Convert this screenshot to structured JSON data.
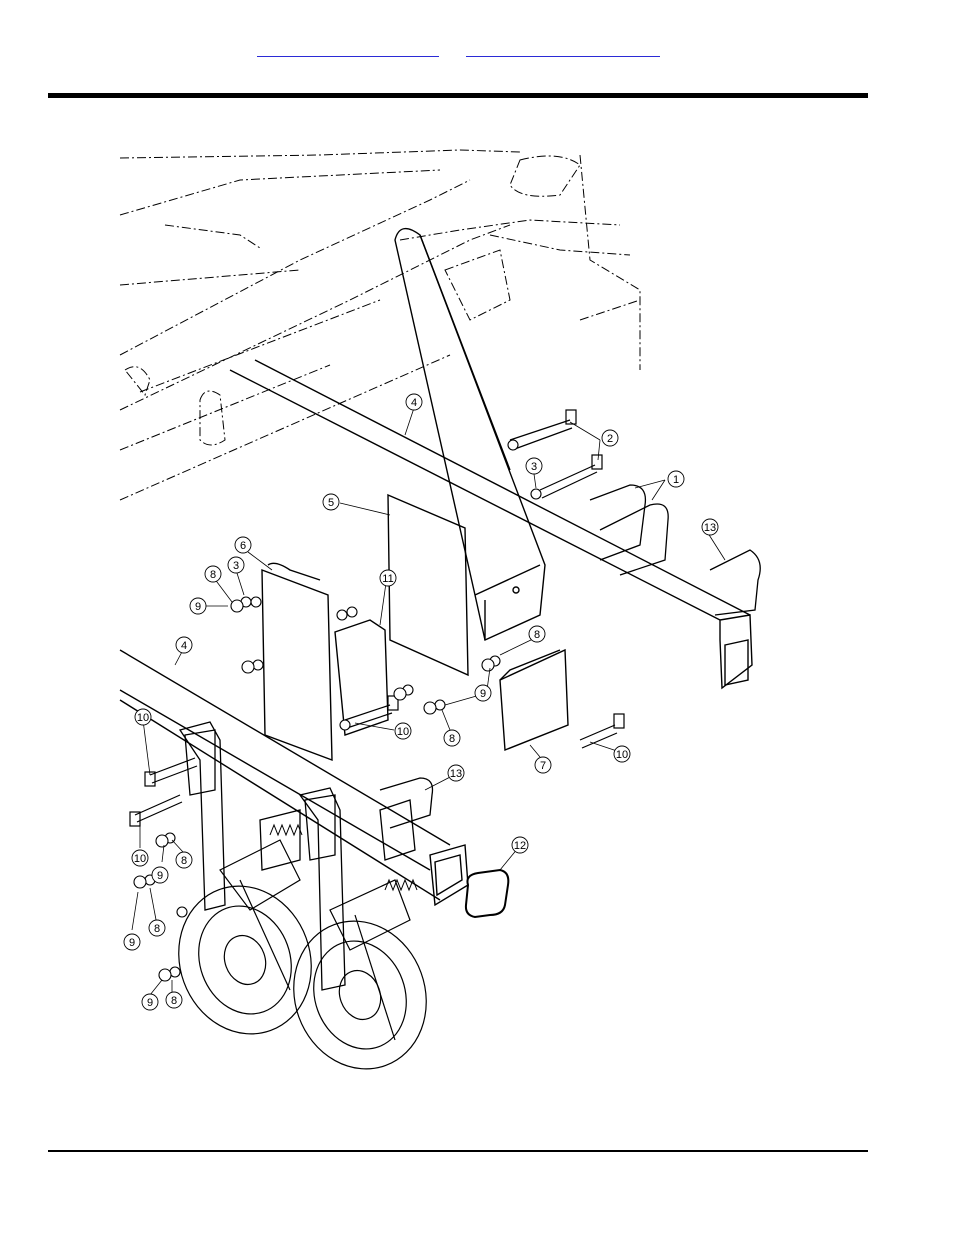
{
  "header": {
    "link_1": "",
    "link_2": ""
  },
  "figure": {
    "callouts": [
      {
        "id": "c1",
        "label": "1"
      },
      {
        "id": "c2",
        "label": "2"
      },
      {
        "id": "c3a",
        "label": "3"
      },
      {
        "id": "c3b",
        "label": "3"
      },
      {
        "id": "c4a",
        "label": "4"
      },
      {
        "id": "c4b",
        "label": "4"
      },
      {
        "id": "c5",
        "label": "5"
      },
      {
        "id": "c6",
        "label": "6"
      },
      {
        "id": "c7",
        "label": "7"
      },
      {
        "id": "c8a",
        "label": "8"
      },
      {
        "id": "c8b",
        "label": "8"
      },
      {
        "id": "c8c",
        "label": "8"
      },
      {
        "id": "c8d",
        "label": "8"
      },
      {
        "id": "c8e",
        "label": "8"
      },
      {
        "id": "c8f",
        "label": "8"
      },
      {
        "id": "c9a",
        "label": "9"
      },
      {
        "id": "c9b",
        "label": "9"
      },
      {
        "id": "c9c",
        "label": "9"
      },
      {
        "id": "c9d",
        "label": "9"
      },
      {
        "id": "c9e",
        "label": "9"
      },
      {
        "id": "c10a",
        "label": "10"
      },
      {
        "id": "c10b",
        "label": "10"
      },
      {
        "id": "c10c",
        "label": "10"
      },
      {
        "id": "c10d",
        "label": "10"
      },
      {
        "id": "c11",
        "label": "11"
      },
      {
        "id": "c12",
        "label": "12"
      },
      {
        "id": "c13a",
        "label": "13"
      },
      {
        "id": "c13b",
        "label": "13"
      }
    ]
  }
}
